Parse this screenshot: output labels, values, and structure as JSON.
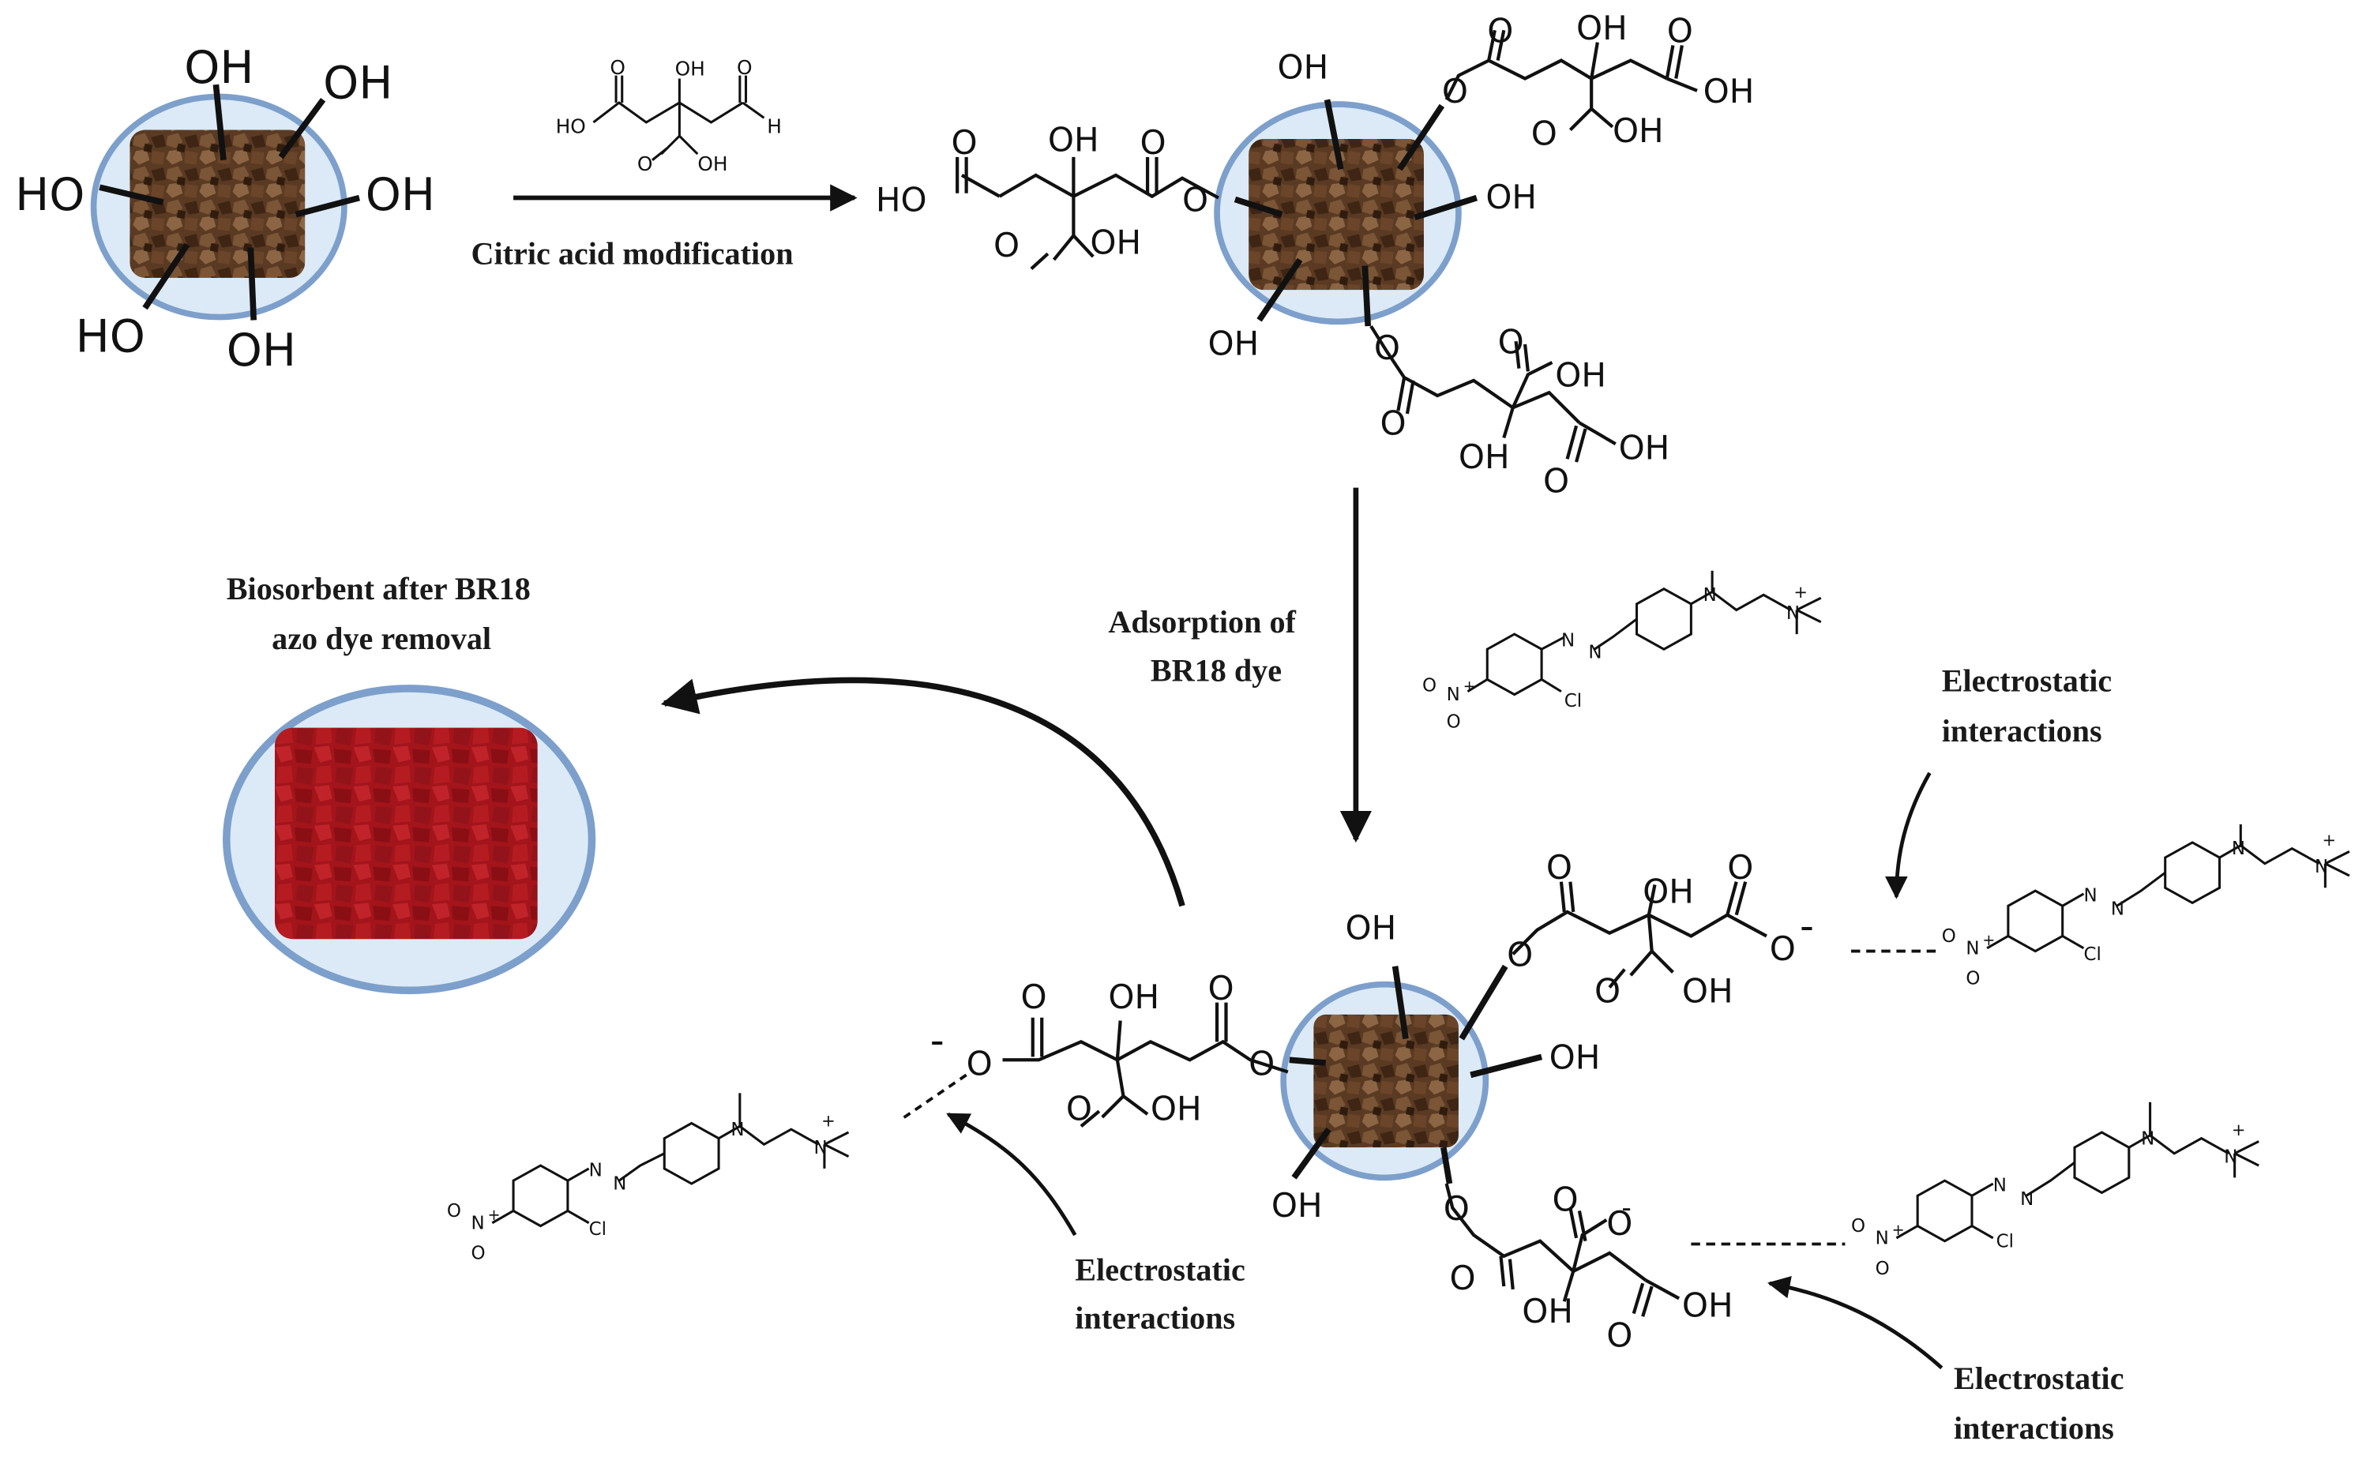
{
  "steps": {
    "modification": "Citric acid modification",
    "adsorption": [
      "Adsorption of",
      "BR18 dye"
    ],
    "after": [
      "Biosorbent after BR18",
      "azo dye removal"
    ]
  },
  "interactions": {
    "label_a": [
      "Electrostatic",
      "interactions"
    ],
    "label_b": [
      "Electrostatic",
      "interactions"
    ],
    "label_c": [
      "Electrostatic",
      "interactions"
    ]
  },
  "chem": {
    "oh": "OH",
    "ho": "HO",
    "o": "O",
    "h": "H",
    "n": "N",
    "cl": "Cl",
    "plus": "+",
    "minus": "-",
    "ominus": "O⁻"
  },
  "colors": {
    "particle_brown": "#5a3a22",
    "particle_red": "#a3141b",
    "halo": "#dbeaf6",
    "halo_edge": "#7d9fcb",
    "line": "#111111"
  }
}
